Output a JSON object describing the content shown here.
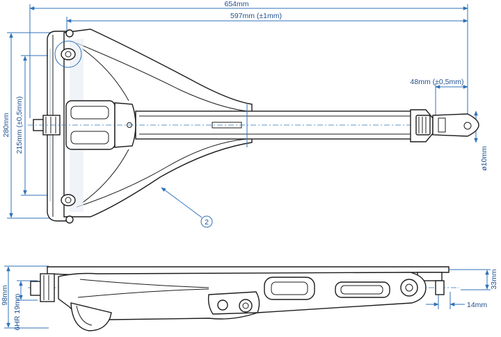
{
  "colors": {
    "dimension_blue": "#2f72b8",
    "outline": "#1c1c1c",
    "background": "#ffffff"
  },
  "dimensions": {
    "overall_length": "654mm",
    "pin_length": "597mm (±1mm)",
    "height_outer": "280mm",
    "height_inner": "215mm (±0,5mm)",
    "eye_offset": "48mm (±0,5mm)",
    "pin_diameter": "ø10mm",
    "side_height": "98mm",
    "side_hr": "6HR 19mm",
    "side_right_height": "33mm",
    "side_right_width": "14mm"
  },
  "callouts": [
    {
      "label": "2"
    }
  ]
}
